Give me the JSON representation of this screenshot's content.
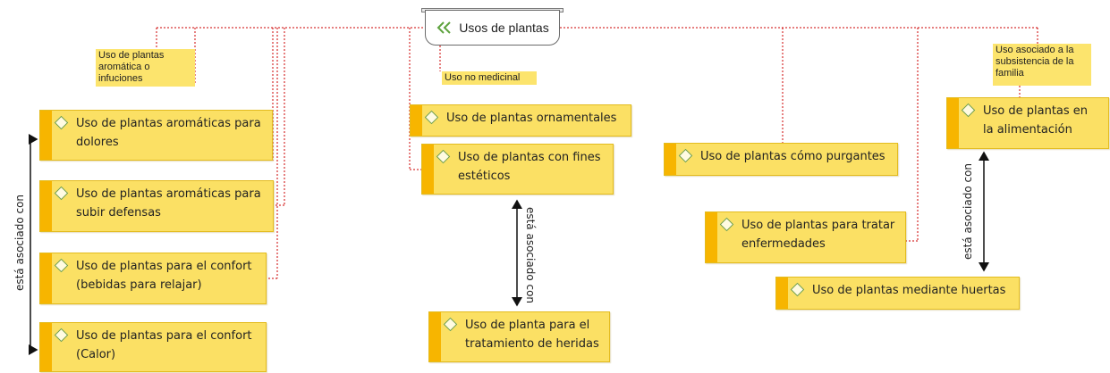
{
  "root": {
    "label": "Usos de plantas",
    "icon": "chevron-double-left-icon"
  },
  "groups": {
    "aromatic": "Uso de plantas aromática o infuciones",
    "non_medicinal": "Uso no medicinal",
    "subsistence": "Uso asociado a la subsistencia de la familia"
  },
  "nodes": {
    "aromaticas_dolores": "Uso de plantas aromáticas para dolores",
    "aromaticas_defensas": "Uso de plantas aromáticas para subir defensas",
    "confort_bebidas": "Uso de plantas para el confort (bebidas para relajar)",
    "confort_calor": "Uso de plantas para el confort (Calor)",
    "ornamentales": "Uso de plantas ornamentales",
    "esteticos": "Uso de plantas con fines estéticos",
    "heridas": "Uso de planta para el tratamiento de heridas",
    "purgantes": "Uso de plantas cómo purgantes",
    "enfermedades": "Uso de plantas para tratar enfermedades",
    "huertas": "Uso de plantas mediante huertas",
    "alimentacion": "Uso de plantas en la alimentación"
  },
  "relations": {
    "left": "está asociado con",
    "center": "está asociado con",
    "right": "está asociado con"
  },
  "colors": {
    "node_fill": "#fbe064",
    "node_bar": "#f7b500",
    "connector": "#cc0000",
    "diamond": "#6f9e47"
  }
}
